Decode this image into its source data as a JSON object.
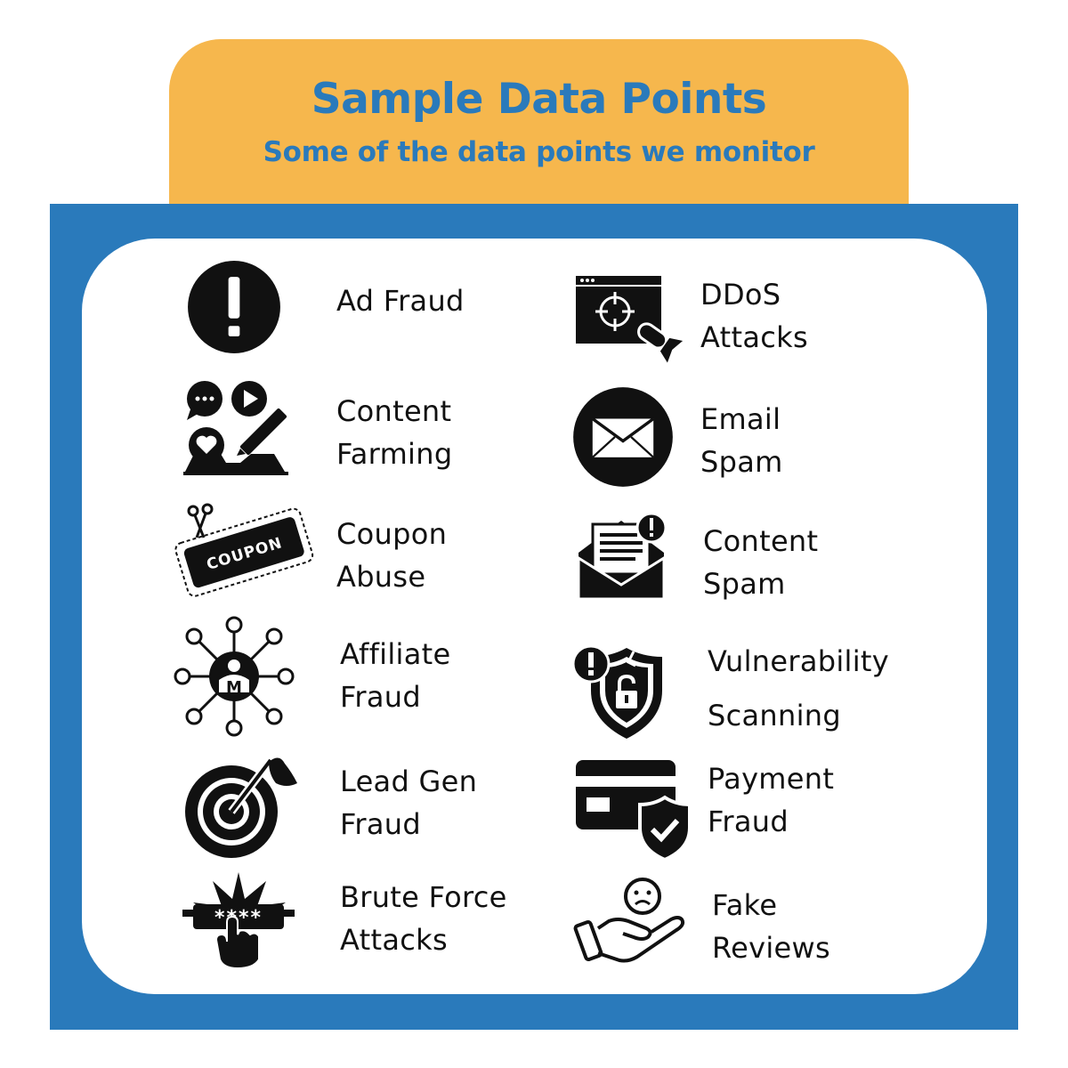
{
  "header": {
    "title": "Sample Data Points",
    "subtitle": "Some of the data points we monitor"
  },
  "colors": {
    "accent_orange": "#F6B74D",
    "accent_blue": "#2A7ABB",
    "card": "#FFFFFF",
    "icon": "#111111"
  },
  "items": [
    {
      "icon": "alert-circle-icon",
      "lines": [
        "Ad Fraud"
      ]
    },
    {
      "icon": "ddos-target-icon",
      "lines": [
        "DDoS",
        "Attacks"
      ]
    },
    {
      "icon": "content-farming-icon",
      "lines": [
        "Content",
        "Farming"
      ]
    },
    {
      "icon": "email-envelope-icon",
      "lines": [
        "Email",
        "Spam"
      ]
    },
    {
      "icon": "coupon-scissors-icon",
      "lines": [
        "Coupon",
        "Abuse"
      ]
    },
    {
      "icon": "content-spam-envelope-icon",
      "lines": [
        "Content",
        "Spam"
      ]
    },
    {
      "icon": "affiliate-network-icon",
      "lines": [
        "Affiliate",
        "Fraud"
      ]
    },
    {
      "icon": "shield-lock-alert-icon",
      "lines": [
        "Vulnerability",
        "Scanning"
      ]
    },
    {
      "icon": "target-dart-icon",
      "lines": [
        "Lead Gen",
        "Fraud"
      ]
    },
    {
      "icon": "card-shield-check-icon",
      "lines": [
        "Payment",
        "Fraud"
      ]
    },
    {
      "icon": "password-hand-icon",
      "lines": [
        "Brute Force",
        "Attacks"
      ]
    },
    {
      "icon": "sad-face-hand-icon",
      "lines": [
        "Fake",
        "Reviews"
      ]
    }
  ]
}
